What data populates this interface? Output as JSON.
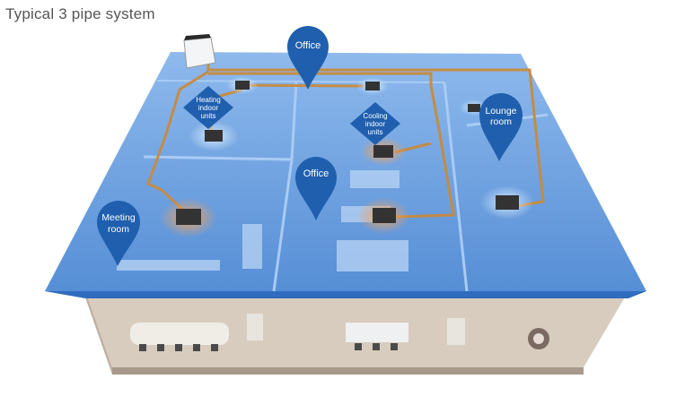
{
  "title": "Typical 3 pipe system",
  "pins": [
    {
      "id": "office-top",
      "lines": [
        "Office"
      ]
    },
    {
      "id": "office-center",
      "lines": [
        "Office"
      ]
    },
    {
      "id": "meeting-room",
      "lines": [
        "Meeting",
        "room"
      ]
    },
    {
      "id": "lounge-room",
      "lines": [
        "Lounge",
        "room"
      ]
    }
  ],
  "diamonds": [
    {
      "id": "heating-indoor-units",
      "lines": [
        "Heating",
        "indoor",
        "units"
      ]
    },
    {
      "id": "cooling-indoor-units",
      "lines": [
        "Cooling",
        "indoor",
        "units"
      ]
    }
  ],
  "colors": {
    "floor": "#4d8fdb",
    "pin": "#1f5fae",
    "pipe": "#c98a3c",
    "heat_glow": "#e8964a",
    "cool_glow": "#7fb4ef",
    "title": "#555555"
  }
}
